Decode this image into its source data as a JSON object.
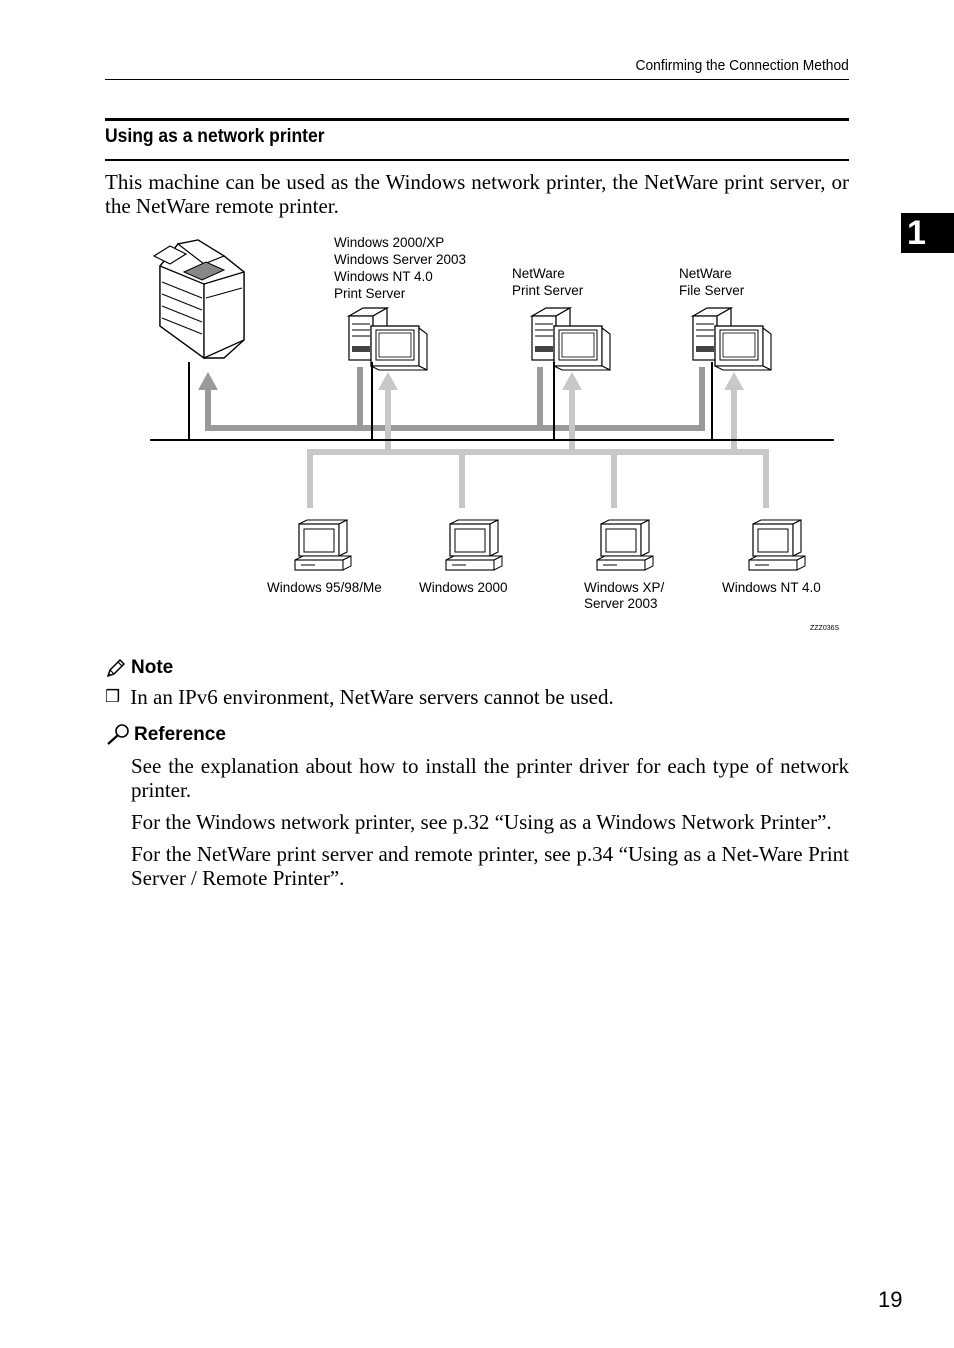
{
  "header": {
    "running_title": "Confirming the Connection Method",
    "chapter_tab": "1"
  },
  "section": {
    "title": "Using as a network printer",
    "intro": "This machine can be used as the Windows network printer, the NetWare print server, or the NetWare remote printer."
  },
  "diagram": {
    "servers": [
      {
        "label_lines": [
          "Windows 2000/XP",
          "Windows Server 2003",
          "Windows NT 4.0",
          "Print Server"
        ]
      },
      {
        "label_lines": [
          "NetWare",
          "Print Server"
        ]
      },
      {
        "label_lines": [
          "NetWare",
          "File Server"
        ]
      }
    ],
    "clients": [
      {
        "label_lines": [
          "Windows 95/98/Me"
        ]
      },
      {
        "label_lines": [
          "Windows 2000"
        ]
      },
      {
        "label_lines": [
          "Windows XP/",
          "Server 2003"
        ]
      },
      {
        "label_lines": [
          "Windows NT 4.0"
        ]
      }
    ],
    "code": "ZZZ036S"
  },
  "note": {
    "heading": "Note",
    "items": [
      "In an IPv6 environment, NetWare servers cannot be used."
    ]
  },
  "reference": {
    "heading": "Reference",
    "paragraphs": [
      "See the explanation about how to install the printer driver for each type of network printer.",
      "For the Windows network printer, see p.32 “Using as a Windows Network Printer”.",
      "For the NetWare print server and remote printer, see p.34 “Using as a Net-Ware Print Server / Remote Printer”."
    ]
  },
  "footer": {
    "page_number": "19"
  }
}
